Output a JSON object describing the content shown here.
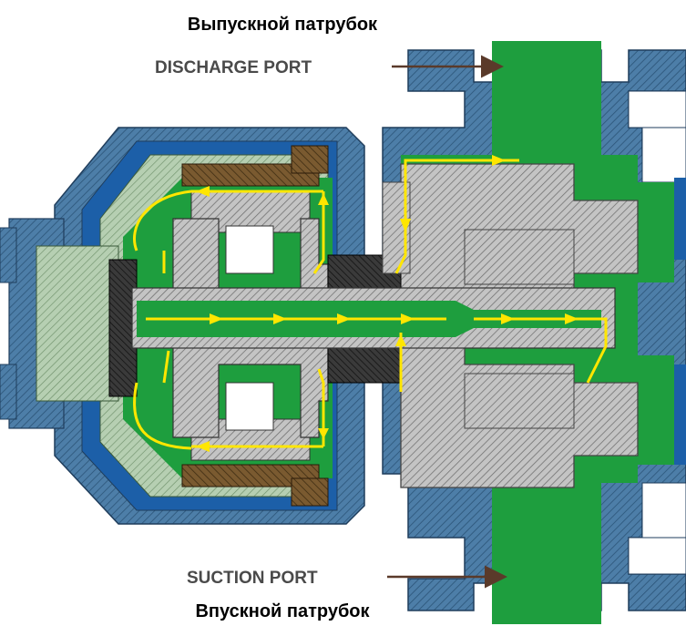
{
  "labels": {
    "top_russian": "Выпускной патрубок",
    "discharge_port": "DISCHARGE PORT",
    "suction_port": "SUCTION PORT",
    "bottom_russian": "Впускной патрубок"
  },
  "colors": {
    "fluid": "#1e9e3e",
    "housing": "#3f6f9a",
    "housing_blue": "#1c5fa8",
    "steel": "#b9b9b9",
    "magnet": "#6b4f2a",
    "flow_arrow": "#ffe600",
    "label": "#4a4a4a"
  }
}
